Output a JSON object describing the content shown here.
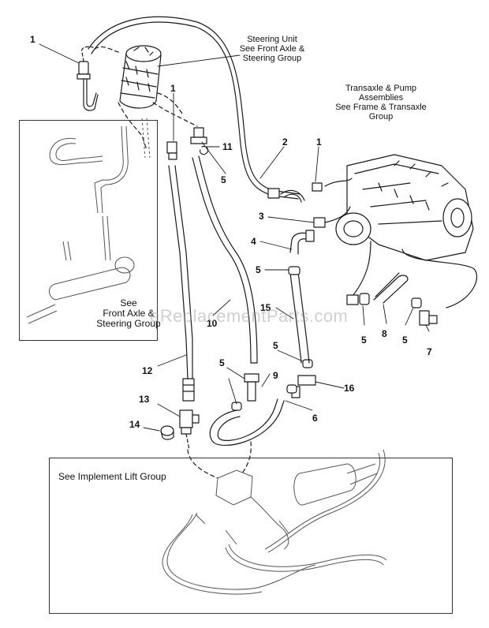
{
  "callouts": {
    "c1_top_left": "1",
    "c1_mid": "1",
    "c1_right": "1",
    "c2": "2",
    "c3": "3",
    "c4": "4",
    "c5_a": "5",
    "c5_b": "5",
    "c5_c": "5",
    "c5_d": "5",
    "c5_e": "5",
    "c5_f": "5",
    "c6": "6",
    "c7": "7",
    "c8": "8",
    "c9": "9",
    "c10": "10",
    "c11": "11",
    "c12": "12",
    "c13": "13",
    "c14": "14",
    "c15": "15",
    "c16": "16"
  },
  "notes": {
    "steering_unit": [
      "Steering Unit",
      "See Front Axle &",
      "Steering Group"
    ],
    "transaxle": [
      "Transaxle & Pump",
      "Assemblies",
      "See Frame & Transaxle",
      "Group"
    ],
    "front_axle": [
      "See",
      "Front Axle &",
      "Steering Group"
    ],
    "implement_lift": "See Implement Lift Group"
  },
  "watermark": "eReplacementParts.com",
  "colors": {
    "line": "#1a1a1a",
    "inset_line": "#555555",
    "border": "#333333"
  }
}
